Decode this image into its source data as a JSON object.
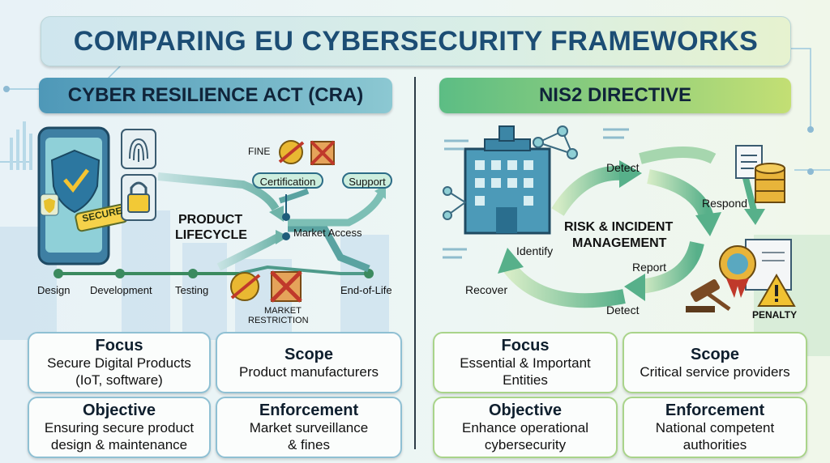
{
  "title": "COMPARING EU CYBERSECURITY FRAMEWORKS",
  "colors": {
    "left_accent": "#4e98b8",
    "right_accent": "#5cbd84",
    "title_text": "#1c4d74"
  },
  "left": {
    "header": "CYBER RESILIENCE ACT (CRA)",
    "icons": [
      "smartphone-icon",
      "shield-check-icon",
      "fingerprint-icon",
      "padlock-icon",
      "euro-coin-icon",
      "crossed-box-icon"
    ],
    "diagram": {
      "fine": "FINE",
      "certification": "Certification",
      "support": "Support",
      "lifecycle_line1": "PRODUCT",
      "lifecycle_line2": "LIFECYCLE",
      "market_access": "Market Access",
      "market_restriction_line1": "MARKET",
      "market_restriction_line2": "RESTRICTION",
      "secure_tag": "SECURE",
      "stages": [
        "Design",
        "Development",
        "Testing",
        "End-of-Life"
      ]
    },
    "cards": {
      "focus": {
        "title": "Focus",
        "line1": "Secure Digital Products",
        "line2": "(IoT, software)"
      },
      "scope": {
        "title": "Scope",
        "line1": "Product manufacturers"
      },
      "objective": {
        "title": "Objective",
        "line1": "Ensuring secure product",
        "line2": "design & maintenance"
      },
      "enforcement": {
        "title": "Enforcement",
        "line1": "Market surveillance",
        "line2": "& fines"
      }
    }
  },
  "right": {
    "header": "NIS2 DIRECTIVE",
    "icons": [
      "building-icon",
      "network-icon",
      "documents-icon",
      "database-icon",
      "certificate-icon",
      "gavel-icon",
      "warning-icon"
    ],
    "diagram": {
      "center_line1": "RISK & INCIDENT",
      "center_line2": "MANAGEMENT",
      "detect_top": "Detect",
      "respond": "Respond",
      "report": "Report",
      "detect_bottom": "Detect",
      "recover": "Recover",
      "identify": "Identify",
      "penalty": "PENALTY"
    },
    "cards": {
      "focus": {
        "title": "Focus",
        "line1": "Essential & Important",
        "line2": "Entities"
      },
      "scope": {
        "title": "Scope",
        "line1": "Critical service providers"
      },
      "objective": {
        "title": "Objective",
        "line1": "Enhance operational",
        "line2": "cybersecurity"
      },
      "enforcement": {
        "title": "Enforcement",
        "line1": "National competent",
        "line2": "authorities"
      }
    }
  }
}
